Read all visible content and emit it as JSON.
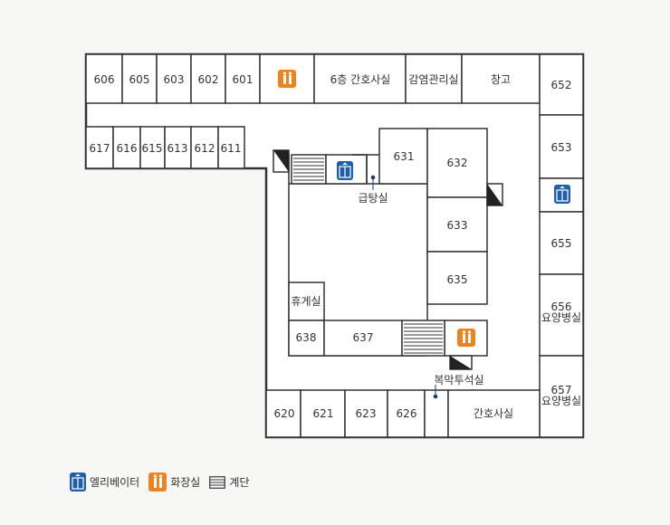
{
  "rooms": {
    "r606": "606",
    "r605": "605",
    "r603": "603",
    "r602": "602",
    "r601": "601",
    "nurse6": "6층 간호사실",
    "infection": "감염관리실",
    "storage": "창고",
    "r652": "652",
    "r653": "653",
    "r655": "655",
    "r656": "656",
    "r656sub": "요양병실",
    "r657": "657",
    "r657sub": "요양병실",
    "r617": "617",
    "r616": "616",
    "r615": "615",
    "r613": "613",
    "r612": "612",
    "r611": "611",
    "r631": "631",
    "r632": "632",
    "r633": "633",
    "r635": "635",
    "kitchen": "급탕실",
    "lounge": "휴게실",
    "r638": "638",
    "r637": "637",
    "dialysis": "복막투석실",
    "r620": "620",
    "r621": "621",
    "r623": "623",
    "r626": "626",
    "nurse": "간호사실"
  },
  "legend": {
    "elevator": "엘리베이터",
    "restroom": "화장실",
    "stairs": "계단"
  },
  "colors": {
    "elevator": "#1f5fa8",
    "restroom": "#f0821e",
    "wall": "#333333"
  }
}
